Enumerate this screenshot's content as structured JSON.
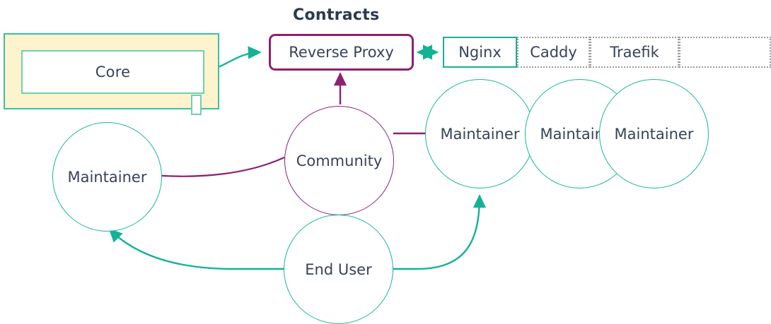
{
  "diagram": {
    "title": "Contracts",
    "core": {
      "label": "Core",
      "port_name": "core-port"
    },
    "reverse_proxy": {
      "label": "Reverse Proxy"
    },
    "options": [
      {
        "label": "Nginx",
        "state": "selected"
      },
      {
        "label": "Caddy",
        "state": "plain"
      },
      {
        "label": "Traefik",
        "state": "plain"
      },
      {
        "label": "",
        "state": "plain"
      }
    ],
    "nodes": [
      {
        "id": "community",
        "label": "Community",
        "color": "plum"
      },
      {
        "id": "maintainer-left",
        "label": "Maintainer",
        "color": "teal"
      },
      {
        "id": "maintainer-1",
        "label": "Maintainer",
        "color": "teal"
      },
      {
        "id": "maintainer-2",
        "label": "Maintainer",
        "color": "teal"
      },
      {
        "id": "maintainer-3",
        "label": "Maintainer",
        "color": "teal"
      },
      {
        "id": "end-user",
        "label": "End User",
        "color": "teal"
      }
    ],
    "colors": {
      "teal": "#17b69b",
      "teal_dark": "#12b394",
      "plum": "#8e2070",
      "text": "#36435a",
      "group_fill": "#fdf3cd",
      "group_border": "#3cbfa0",
      "dotted_border": "#9b9b9b",
      "background": "#ffffff"
    },
    "edges": [
      {
        "from": "core",
        "to": "reverse-proxy",
        "style": "curved-arrow",
        "color": "teal"
      },
      {
        "from": "reverse-proxy",
        "to": "nginx",
        "style": "double-arrow",
        "color": "teal"
      },
      {
        "from": "community",
        "to": "reverse-proxy",
        "style": "arrow-up",
        "color": "plum"
      },
      {
        "from": "community",
        "to": "maintainer-left",
        "style": "curve",
        "color": "plum"
      },
      {
        "from": "community",
        "to": "maintainer-1",
        "style": "line",
        "color": "plum"
      },
      {
        "from": "end-user",
        "to": "maintainer-left",
        "style": "curved-arrow",
        "color": "teal"
      },
      {
        "from": "end-user",
        "to": "maintainer-1",
        "style": "curved-arrow",
        "color": "teal"
      }
    ]
  }
}
